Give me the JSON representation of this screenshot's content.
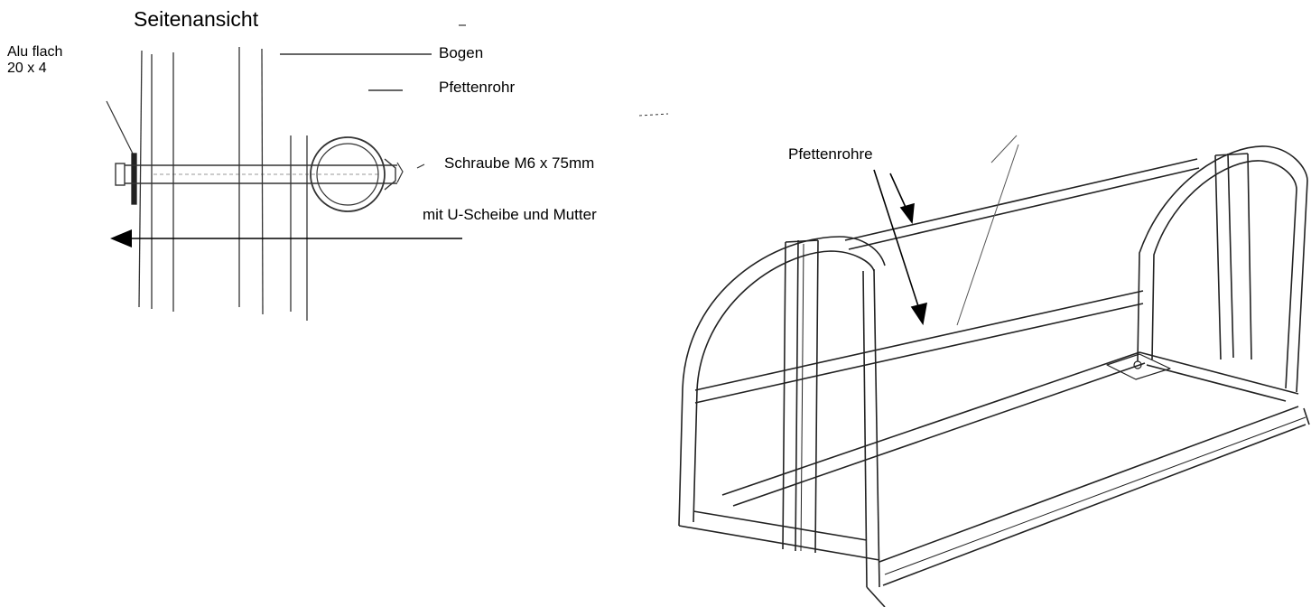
{
  "diagram": {
    "title": "Seitenansicht",
    "labels": {
      "alu_flach_line1": "Alu flach",
      "alu_flach_line2": "20 x 4",
      "bogen": "Bogen",
      "pfettenrohr": "Pfettenrohr",
      "schraube": "Schraube M6 x 75mm",
      "mutter": "mit  U-Scheibe und Mutter",
      "pfettenrohre": "Pfettenrohre"
    },
    "colors": {
      "ink": "#000000",
      "pencil": "#555555",
      "background": "#ffffff"
    }
  }
}
